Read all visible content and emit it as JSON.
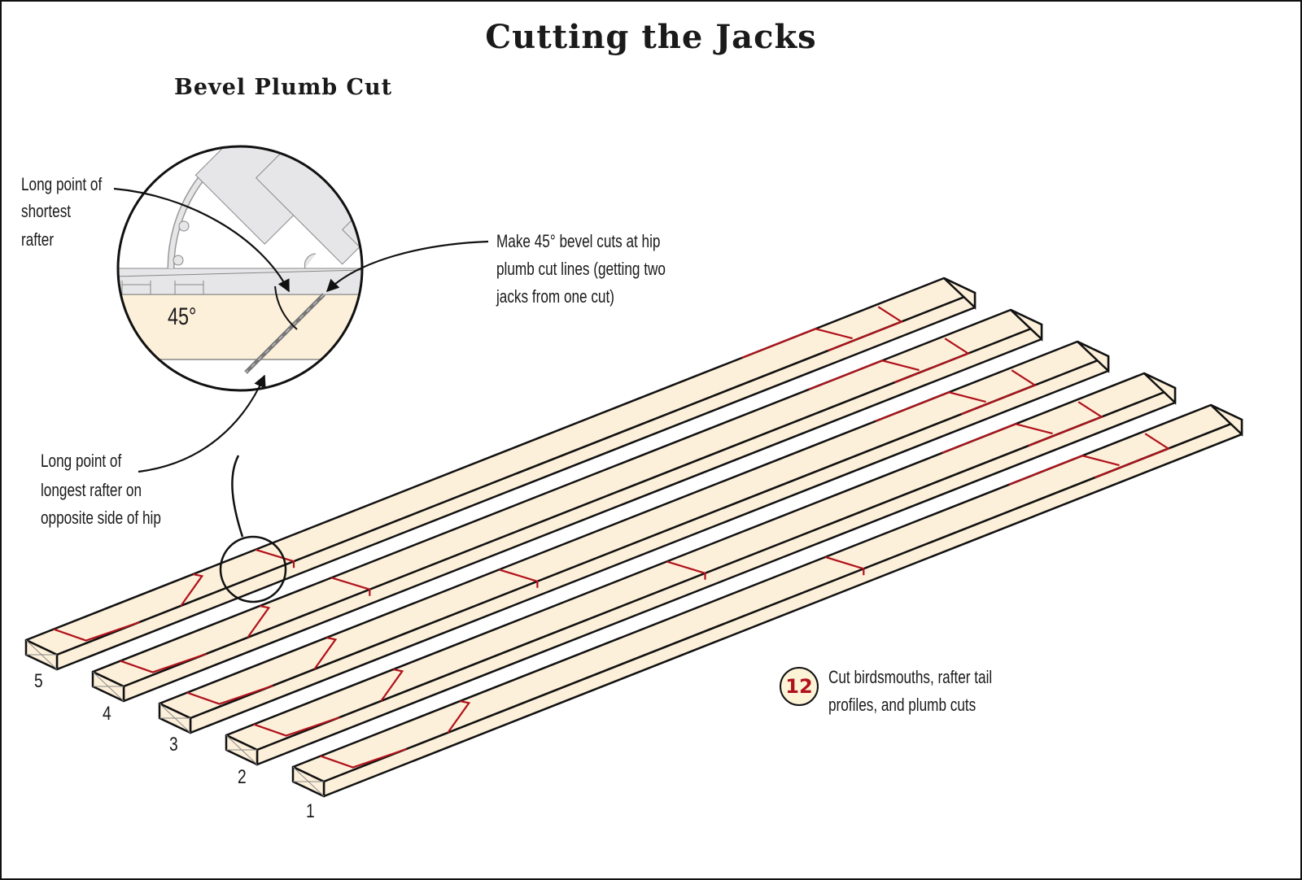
{
  "title": "Cutting the Jacks",
  "inset": {
    "title": "Bevel Plumb Cut",
    "angle_label": "45°"
  },
  "callouts": {
    "shortest": [
      "Long point of",
      "shortest",
      "rafter"
    ],
    "bevel": [
      "Make 45° bevel cuts at hip",
      "plumb cut lines (getting two",
      "jacks from one cut)"
    ],
    "longest": [
      "Long point of",
      "longest rafter on",
      "opposite side of hip"
    ]
  },
  "rafters": [
    {
      "number": "1"
    },
    {
      "number": "2"
    },
    {
      "number": "3"
    },
    {
      "number": "4"
    },
    {
      "number": "5"
    }
  ],
  "step": {
    "number": "12",
    "text": [
      "Cut birdsmouths, rafter tail",
      "profiles, and plumb cuts"
    ]
  },
  "colors": {
    "wood": "#fdf0da",
    "cut_line": "#b0121b",
    "saw_gray": "#e6e6e8",
    "outline": "#111111",
    "badge_fill": "#fdf3d6"
  }
}
